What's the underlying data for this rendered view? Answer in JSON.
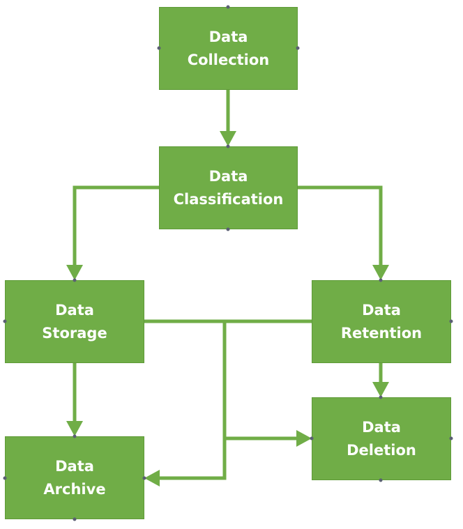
{
  "nodes": {
    "collection": {
      "line1": "Data",
      "line2": "Collection"
    },
    "classification": {
      "line1": "Data",
      "line2": "Classification"
    },
    "storage": {
      "line1": "Data",
      "line2": "Storage"
    },
    "retention": {
      "line1": "Data",
      "line2": "Retention"
    },
    "archive": {
      "line1": "Data",
      "line2": "Archive"
    },
    "deletion": {
      "line1": "Data",
      "line2": "Deletion"
    }
  },
  "colors": {
    "node_fill": "#70ad47",
    "connector": "#70ad47",
    "text": "#ffffff",
    "handle": "#5a5f73"
  }
}
